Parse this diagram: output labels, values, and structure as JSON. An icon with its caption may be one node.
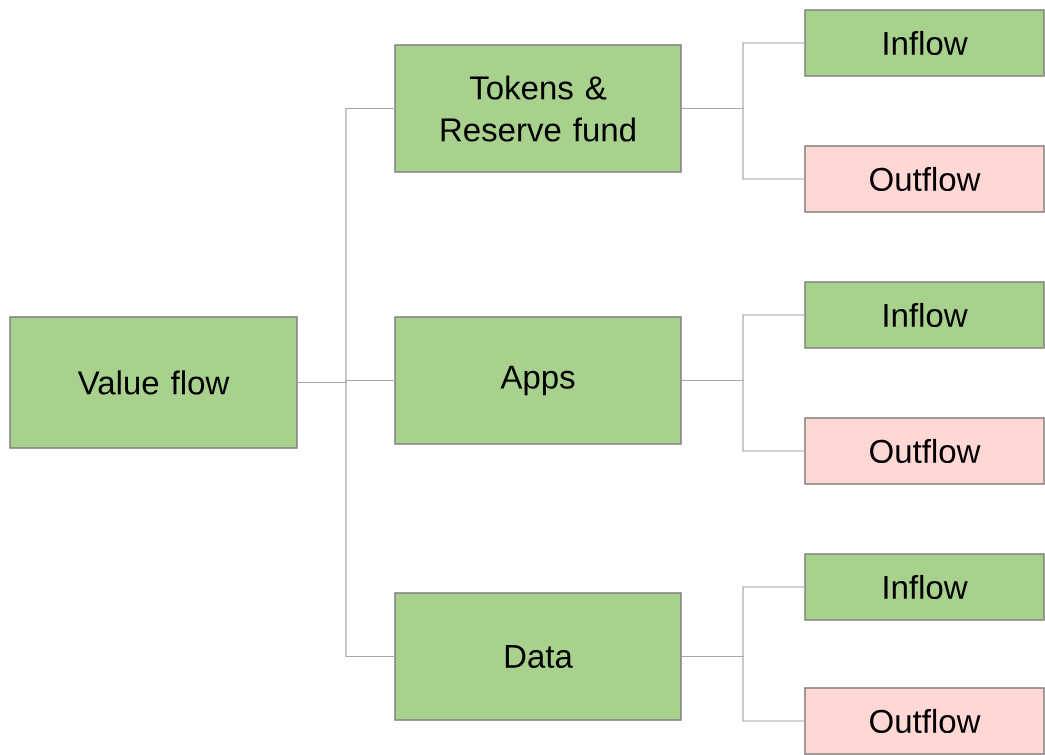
{
  "diagram": {
    "nodes": [
      {
        "text": [
          "Value flow"
        ]
      },
      {
        "text": [
          "Tokens & Reserve fund"
        ]
      },
      {
        "text": [
          "Apps"
        ]
      },
      {
        "text": [
          "Data"
        ]
      },
      {
        "text": [
          "Inflow"
        ]
      },
      {
        "text": [
          "Outflow"
        ]
      },
      {
        "text": [
          "Inflow"
        ]
      },
      {
        "text": [
          "Outflow"
        ]
      },
      {
        "text": [
          "Inflow"
        ]
      },
      {
        "text": [
          "Outflow"
        ]
      }
    ],
    "edges": [
      {
        "from": 0,
        "to": 1,
        "arrow": "none"
      },
      {
        "from": 0,
        "to": 2,
        "arrow": "none"
      },
      {
        "from": 0,
        "to": 3,
        "arrow": "none"
      },
      {
        "from": 1,
        "to": 4,
        "arrow": "none"
      },
      {
        "from": 1,
        "to": 5,
        "arrow": "none"
      },
      {
        "from": 2,
        "to": 6,
        "arrow": "none"
      },
      {
        "from": 2,
        "to": 7,
        "arrow": "none"
      },
      {
        "from": 3,
        "to": 8,
        "arrow": "none"
      },
      {
        "from": 3,
        "to": 9,
        "arrow": "none"
      }
    ]
  }
}
